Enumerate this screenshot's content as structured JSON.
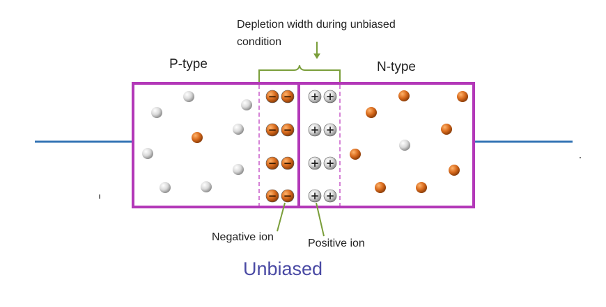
{
  "diagram": {
    "title": "Unbiased",
    "labels": {
      "p_region": "P-type",
      "n_region": "N-type",
      "depletion_line1": "Depletion width during unbiased",
      "depletion_line2": "condition",
      "negative_ion": "Negative ion",
      "positive_ion": "Positive ion"
    },
    "ion_symbols": {
      "negative": "−",
      "positive": "+"
    },
    "colors": {
      "junction_border": "#b338b8",
      "depletion_dash": "#c758c8",
      "wire": "#3474b4",
      "bracket": "#7a9e3a",
      "hole": "#d6d6d6",
      "electron": "#d2691e",
      "title": "#4a4aa4"
    },
    "icons": [
      "hole-carrier-icon",
      "electron-carrier-icon",
      "negative-ion-icon",
      "positive-ion-icon"
    ]
  }
}
